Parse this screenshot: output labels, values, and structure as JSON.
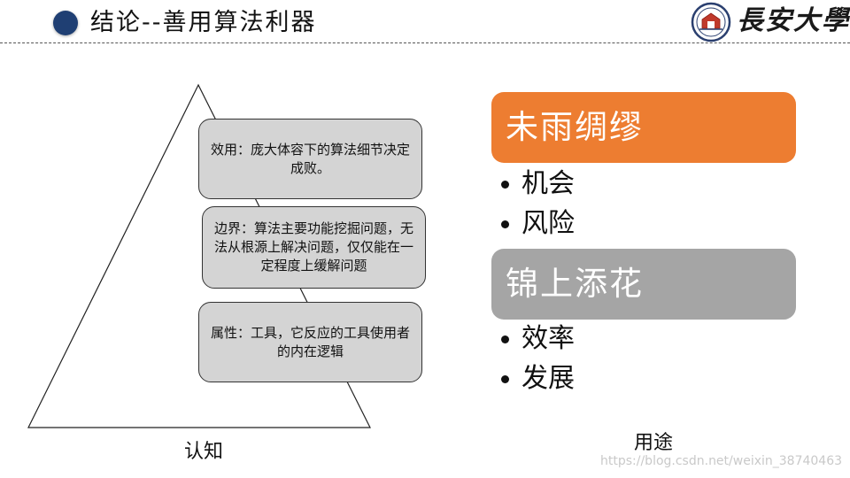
{
  "header": {
    "title": "结论--善用算法利器",
    "logo_text": "長安大學"
  },
  "pyramid": {
    "levels": [
      {
        "text": "效用：庞大体容下的算法细节决定成败。"
      },
      {
        "text": "边界：算法主要功能挖掘问题，无法从根源上解决问题，仅仅能在一定程度上缓解问题"
      },
      {
        "text": "属性：工具，它反应的工具使用者的内在逻辑"
      }
    ],
    "label": "认知"
  },
  "usage": {
    "groups": [
      {
        "title": "未雨绸缪",
        "items": [
          "机会",
          "风险"
        ]
      },
      {
        "title": "锦上添花",
        "items": [
          "效率",
          "发展"
        ]
      }
    ],
    "label": "用途"
  },
  "watermark": "https://blog.csdn.net/weixin_38740463",
  "colors": {
    "title_dot": "#1f3f73",
    "orange_bar": "#ed7d31",
    "gray_bar": "#a5a5a5",
    "box_fill": "#d4d4d4"
  }
}
